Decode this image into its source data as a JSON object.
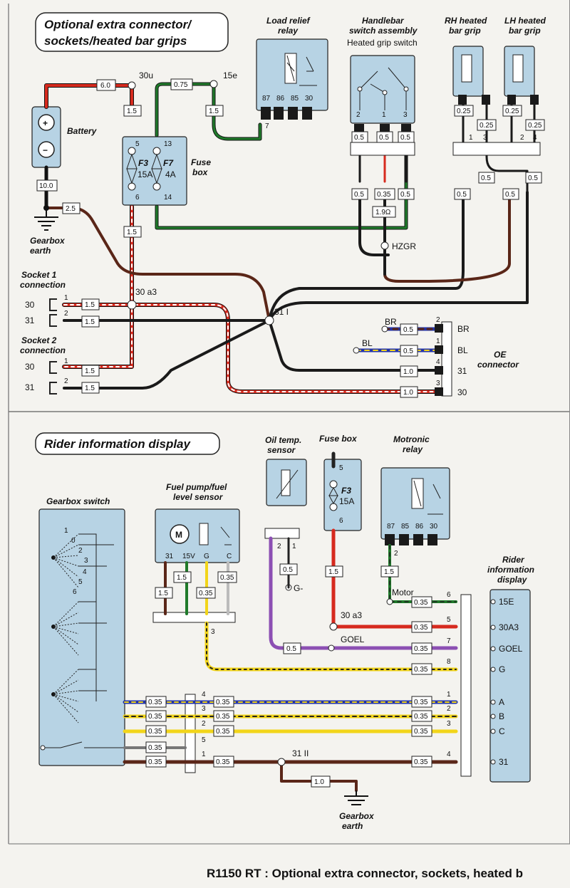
{
  "section1": {
    "title_line1": "Optional extra connector/",
    "title_line2": "sockets/heated bar grips",
    "battery": "Battery",
    "battery_plus": "+",
    "battery_minus": "−",
    "gearbox_earth_1": "Gearbox",
    "gearbox_earth_2": "earth",
    "fuse_box_1": "Fuse",
    "fuse_box_2": "box",
    "fuse_f3": "F3",
    "fuse_f3_rating": "15A",
    "fuse_f7": "F7",
    "fuse_f7_rating": "4A",
    "fuse_pin_5": "5",
    "fuse_pin_13": "13",
    "fuse_pin_6": "6",
    "fuse_pin_14": "14",
    "terminal_30u": "30u",
    "terminal_15e": "15e",
    "load_relief_1": "Load relief",
    "load_relief_2": "relay",
    "relay_pins": [
      "87",
      "86",
      "85",
      "30"
    ],
    "relay_pin_7": "7",
    "handlebar_1": "Handlebar",
    "handlebar_2": "switch assembly",
    "heated_grip_switch": "Heated grip switch",
    "switch_pins": [
      "2",
      "1",
      "3"
    ],
    "rh_grip_1": "RH heated",
    "rh_grip_2": "bar grip",
    "lh_grip_1": "LH heated",
    "lh_grip_2": "bar grip",
    "grip_pins": [
      "1",
      "3",
      "2",
      "4"
    ],
    "hzgr": "HZGR",
    "socket1_1": "Socket 1",
    "socket1_2": "connection",
    "socket2_1": "Socket 2",
    "socket2_2": "connection",
    "term_30": "30",
    "term_31": "31",
    "pin_1": "1",
    "pin_2": "2",
    "node_30a3": "30 a3",
    "node_31i": "31 I",
    "br": "BR",
    "bl": "BL",
    "oe_1": "OE",
    "oe_2": "connector",
    "oe_pins": [
      "2",
      "1",
      "4",
      "3"
    ],
    "oe_terms": [
      "BR",
      "BL",
      "31",
      "30"
    ],
    "wire_sizes": {
      "w6_0": "6.0",
      "w1_5a": "1.5",
      "w0_75": "0.75",
      "w1_5b": "1.5",
      "w10_0": "10.0",
      "w2_5": "2.5",
      "w1_5c": "1.5",
      "hs_a": "0.5",
      "hs_b": "0.5",
      "hs_c": "0.5",
      "hs_d": "0.5",
      "hs_e": "0.35",
      "hs_f": "0.5",
      "res": "1.9Ω",
      "g_a": "0.25",
      "g_b": "0.25",
      "g_c": "0.25",
      "g_d": "0.25",
      "g_e": "0.5",
      "g_f": "0.5",
      "g_g": "0.5",
      "g_h": "0.5",
      "s1a": "1.5",
      "s1b": "1.5",
      "s2a": "1.5",
      "s2b": "1.5",
      "oe_a": "0.5",
      "oe_b": "0.5",
      "oe_c": "1.0",
      "oe_d": "1.0"
    }
  },
  "section2": {
    "title": "Rider information display",
    "gearbox_switch": "Gearbox switch",
    "gear_nums": [
      "1",
      "0",
      "2",
      "3",
      "4",
      "5",
      "6"
    ],
    "fuel_1": "Fuel pump/fuel",
    "fuel_2": "level sensor",
    "motor": "M",
    "fuel_pins": [
      "31",
      "15V",
      "G",
      "C"
    ],
    "oil_1": "Oil temp.",
    "oil_2": "sensor",
    "oil_pins": [
      "2",
      "1"
    ],
    "g_minus": "G-",
    "fuse_box": "Fuse box",
    "f3": "F3",
    "f3_rating": "15A",
    "fuse_pin_5": "5",
    "fuse_pin_6": "6",
    "motronic_1": "Motronic",
    "motronic_2": "relay",
    "motronic_pins": [
      "87",
      "85",
      "86",
      "30"
    ],
    "motronic_pin_2": "2",
    "motor_label": "Motor",
    "node_30a3": "30 a3",
    "goel": "GOEL",
    "pin_3": "3",
    "rid_1": "Rider",
    "rid_2": "information",
    "rid_3": "display",
    "rid_pins": [
      "6",
      "5",
      "7",
      "8",
      "1",
      "2",
      "3",
      "4"
    ],
    "rid_terms": [
      "15E",
      "30A3",
      "GOEL",
      "G",
      "A",
      "B",
      "C",
      "31"
    ],
    "mid_pins": [
      "4",
      "3",
      "2",
      "5",
      "1"
    ],
    "node_31ii": "31 II",
    "earth_1": "Gearbox",
    "earth_2": "earth",
    "wire_sizes": {
      "f_a": "1.5",
      "f_b": "1.5",
      "f_c": "0.35",
      "f_d": "0.35",
      "oil": "0.5",
      "fuse": "1.5",
      "mot": "1.5",
      "r1": "0.35",
      "r2": "0.35",
      "r3": "0.35",
      "r4": "0.35",
      "goel": "0.5",
      "ga": "0.35",
      "gb": "0.35",
      "gc": "0.35",
      "gd": "0.35",
      "ge": "0.35",
      "ma": "0.35",
      "mb": "0.35",
      "mc": "0.35",
      "md": "0.35",
      "ra": "0.35",
      "rb": "0.35",
      "rc": "0.35",
      "rd": "0.35",
      "earth": "1.0"
    }
  },
  "footer": "R1150 RT : Optional extra connector, sockets, heated b",
  "colors": {
    "red": "#d62a1e",
    "green": "#1f7a2a",
    "black": "#1a1a1a",
    "brown": "#5a2618",
    "blue": "#2233aa",
    "yellow": "#f2d51a",
    "purple": "#8c4fb3",
    "white": "#ffffff",
    "component": "#b7d3e4"
  }
}
